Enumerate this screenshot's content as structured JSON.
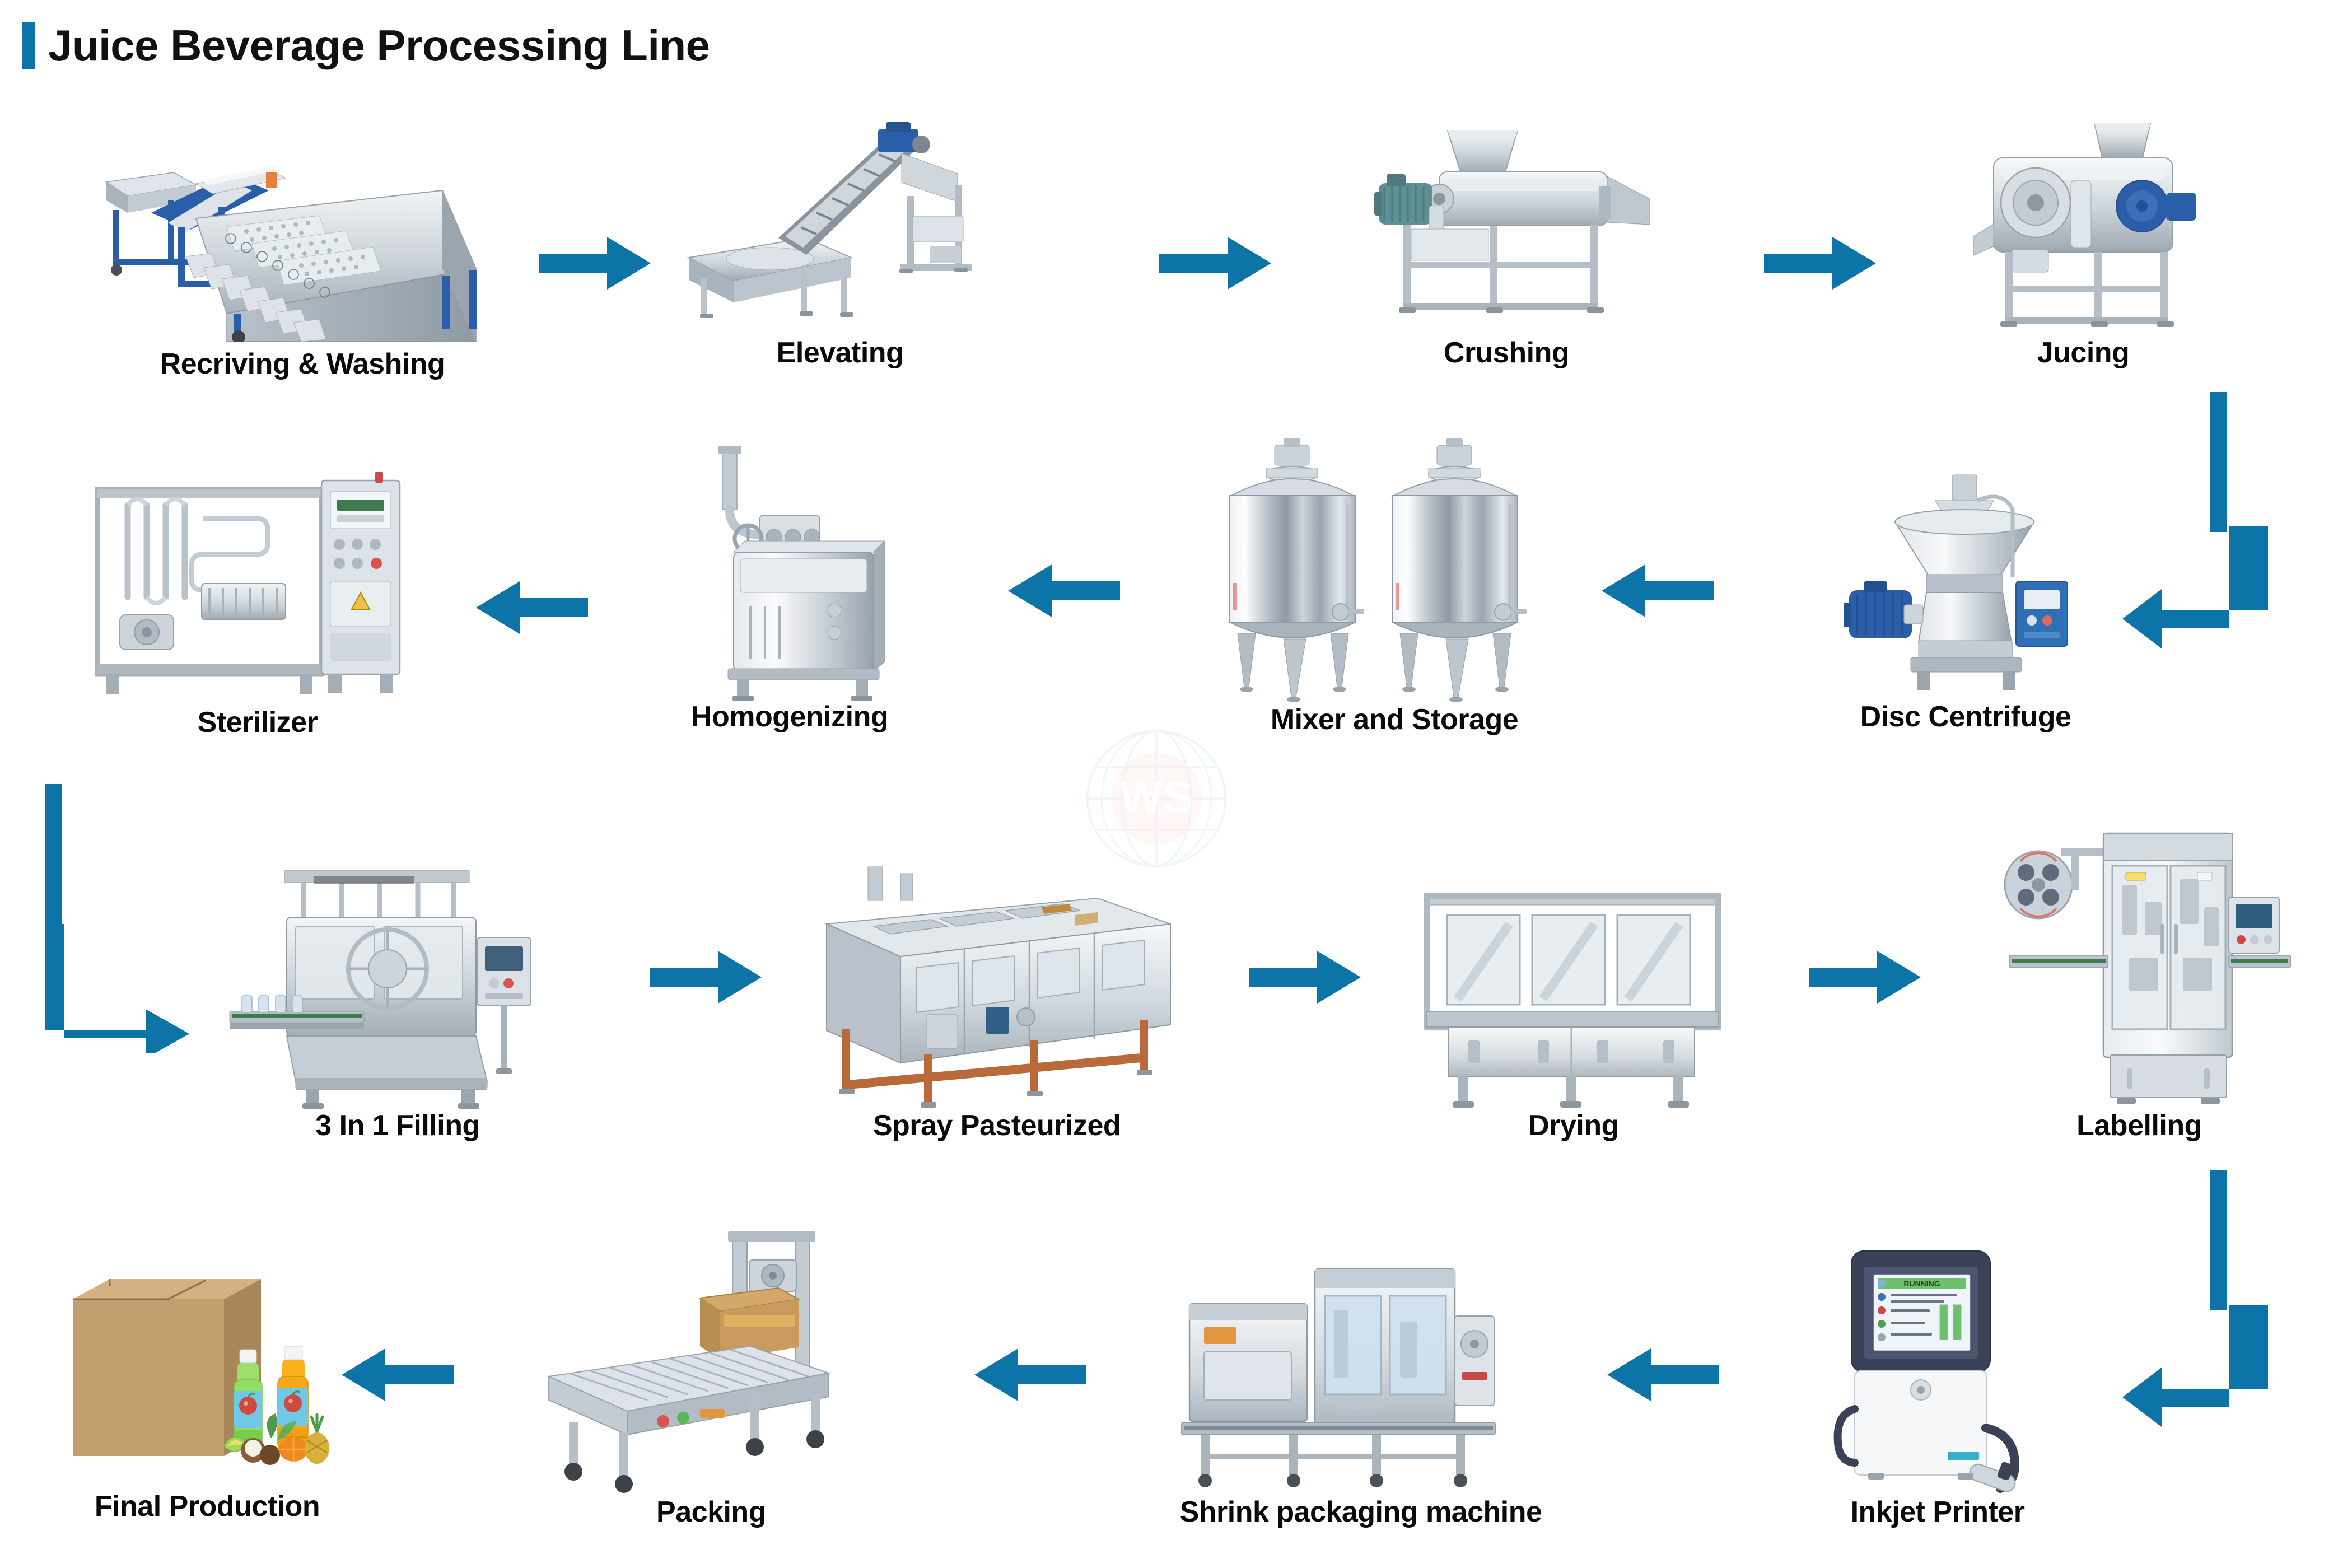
{
  "page": {
    "title": "Juice Beverage Processing Line",
    "accent_color": "#0D74A8",
    "background": "#ffffff",
    "watermark_text": "WS"
  },
  "flow": {
    "direction_pattern": "serpentine (row1 left-to-right, row2 right-to-left, row3 left-to-right, row4 right-to-left)",
    "arrow_color": "#0D74A8",
    "stages": [
      {
        "id": "receiving-washing",
        "label": "Recriving & Washing",
        "row": 1,
        "order": 1,
        "icon": "washing-line-machine"
      },
      {
        "id": "elevating",
        "label": "Elevating",
        "row": 1,
        "order": 2,
        "icon": "elevator-conveyor"
      },
      {
        "id": "crushing",
        "label": "Crushing",
        "row": 1,
        "order": 3,
        "icon": "crusher-machine"
      },
      {
        "id": "jucing",
        "label": "Jucing",
        "row": 1,
        "order": 4,
        "icon": "juicer-machine"
      },
      {
        "id": "sterilizer",
        "label": "Sterilizer",
        "row": 2,
        "order": 8,
        "icon": "uht-sterilizer"
      },
      {
        "id": "homogenizing",
        "label": "Homogenizing",
        "row": 2,
        "order": 7,
        "icon": "homogenizer"
      },
      {
        "id": "mixer-storage",
        "label": "Mixer and Storage",
        "row": 2,
        "order": 6,
        "icon": "storage-tanks"
      },
      {
        "id": "disc-centrifuge",
        "label": "Disc Centrifuge",
        "row": 2,
        "order": 5,
        "icon": "disc-centrifuge"
      },
      {
        "id": "filling",
        "label": "3 In 1 Filling",
        "row": 3,
        "order": 9,
        "icon": "filling-machine"
      },
      {
        "id": "spray-pasteurized",
        "label": "Spray Pasteurized",
        "row": 3,
        "order": 10,
        "icon": "spray-pasteurizer"
      },
      {
        "id": "drying",
        "label": "Drying",
        "row": 3,
        "order": 11,
        "icon": "bottle-dryer"
      },
      {
        "id": "labelling",
        "label": "Labelling",
        "row": 3,
        "order": 12,
        "icon": "labelling-machine"
      },
      {
        "id": "final-production",
        "label": "Final Production",
        "row": 4,
        "order": 16,
        "icon": "carton-with-bottles"
      },
      {
        "id": "packing",
        "label": "Packing",
        "row": 4,
        "order": 15,
        "icon": "carton-sealer"
      },
      {
        "id": "shrink-packaging",
        "label": "Shrink packaging machine",
        "row": 4,
        "order": 14,
        "icon": "shrink-wrapper"
      },
      {
        "id": "inkjet-printer",
        "label": "Inkjet Printer",
        "row": 4,
        "order": 13,
        "icon": "inkjet-coder"
      }
    ],
    "arrows": [
      {
        "id": "a1",
        "type": "straight",
        "direction": "right",
        "from": "receiving-washing",
        "to": "elevating"
      },
      {
        "id": "a2",
        "type": "straight",
        "direction": "right",
        "from": "elevating",
        "to": "crushing"
      },
      {
        "id": "a3",
        "type": "straight",
        "direction": "right",
        "from": "crushing",
        "to": "jucing"
      },
      {
        "id": "a4",
        "type": "elbow",
        "direction": "down-left",
        "from": "jucing",
        "to": "disc-centrifuge"
      },
      {
        "id": "a5",
        "type": "straight",
        "direction": "left",
        "from": "disc-centrifuge",
        "to": "mixer-storage"
      },
      {
        "id": "a6",
        "type": "straight",
        "direction": "left",
        "from": "mixer-storage",
        "to": "homogenizing"
      },
      {
        "id": "a7",
        "type": "straight",
        "direction": "left",
        "from": "homogenizing",
        "to": "sterilizer"
      },
      {
        "id": "a8",
        "type": "elbow",
        "direction": "down-right",
        "from": "sterilizer",
        "to": "filling"
      },
      {
        "id": "a9",
        "type": "straight",
        "direction": "right",
        "from": "filling",
        "to": "spray-pasteurized"
      },
      {
        "id": "a10",
        "type": "straight",
        "direction": "right",
        "from": "spray-pasteurized",
        "to": "drying"
      },
      {
        "id": "a11",
        "type": "straight",
        "direction": "right",
        "from": "drying",
        "to": "labelling"
      },
      {
        "id": "a12",
        "type": "elbow",
        "direction": "down-left",
        "from": "labelling",
        "to": "inkjet-printer"
      },
      {
        "id": "a13",
        "type": "straight",
        "direction": "left",
        "from": "inkjet-printer",
        "to": "shrink-packaging"
      },
      {
        "id": "a14",
        "type": "straight",
        "direction": "left",
        "from": "shrink-packaging",
        "to": "packing"
      },
      {
        "id": "a15",
        "type": "straight",
        "direction": "left",
        "from": "packing",
        "to": "final-production"
      }
    ]
  },
  "inkjet_screen": {
    "status": "RUNNING"
  }
}
